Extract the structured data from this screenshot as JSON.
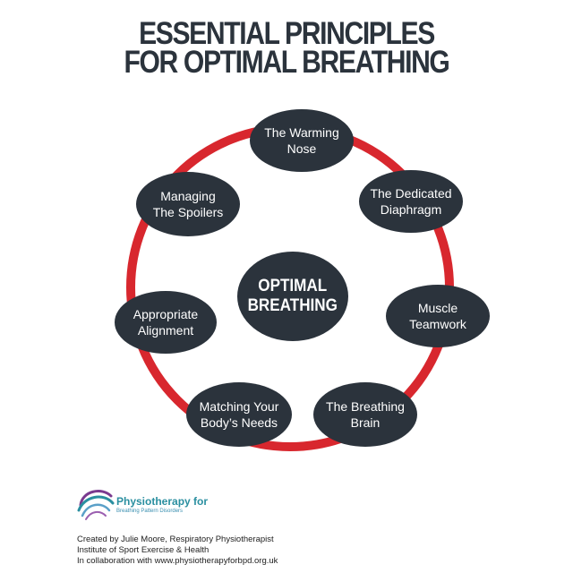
{
  "title": {
    "line1": "ESSENTIAL PRINCIPLES",
    "line2": "FOR OPTIMAL BREATHING"
  },
  "center": {
    "line1": "OPTIMAL",
    "line2": "BREATHING"
  },
  "nodes": [
    {
      "line1": "The Warming",
      "line2": "Nose"
    },
    {
      "line1": "The Dedicated",
      "line2": "Diaphragm"
    },
    {
      "line1": "Muscle",
      "line2": "Teamwork"
    },
    {
      "line1": "The Breathing",
      "line2": "Brain"
    },
    {
      "line1": "Matching Your",
      "line2": "Body’s Needs"
    },
    {
      "line1": "Appropriate",
      "line2": "Alignment"
    },
    {
      "line1": "Managing",
      "line2": "The Spoilers"
    }
  ],
  "logo": {
    "main": "Physiotherapy for",
    "sub": "Breathing Pattern Disorders"
  },
  "credits": {
    "line1": "Created by Julie Moore, Respiratory Physiotherapist",
    "line2": "Institute of Sport Exercise & Health",
    "line3": "In collaboration with www.physiotherapyforbpd.org.uk"
  },
  "colors": {
    "node_fill": "#2b333c",
    "ring": "#d8272e",
    "title": "#2b333c",
    "logo_teal": "#2a8fa0",
    "logo_purple": "#7a3a8f"
  }
}
